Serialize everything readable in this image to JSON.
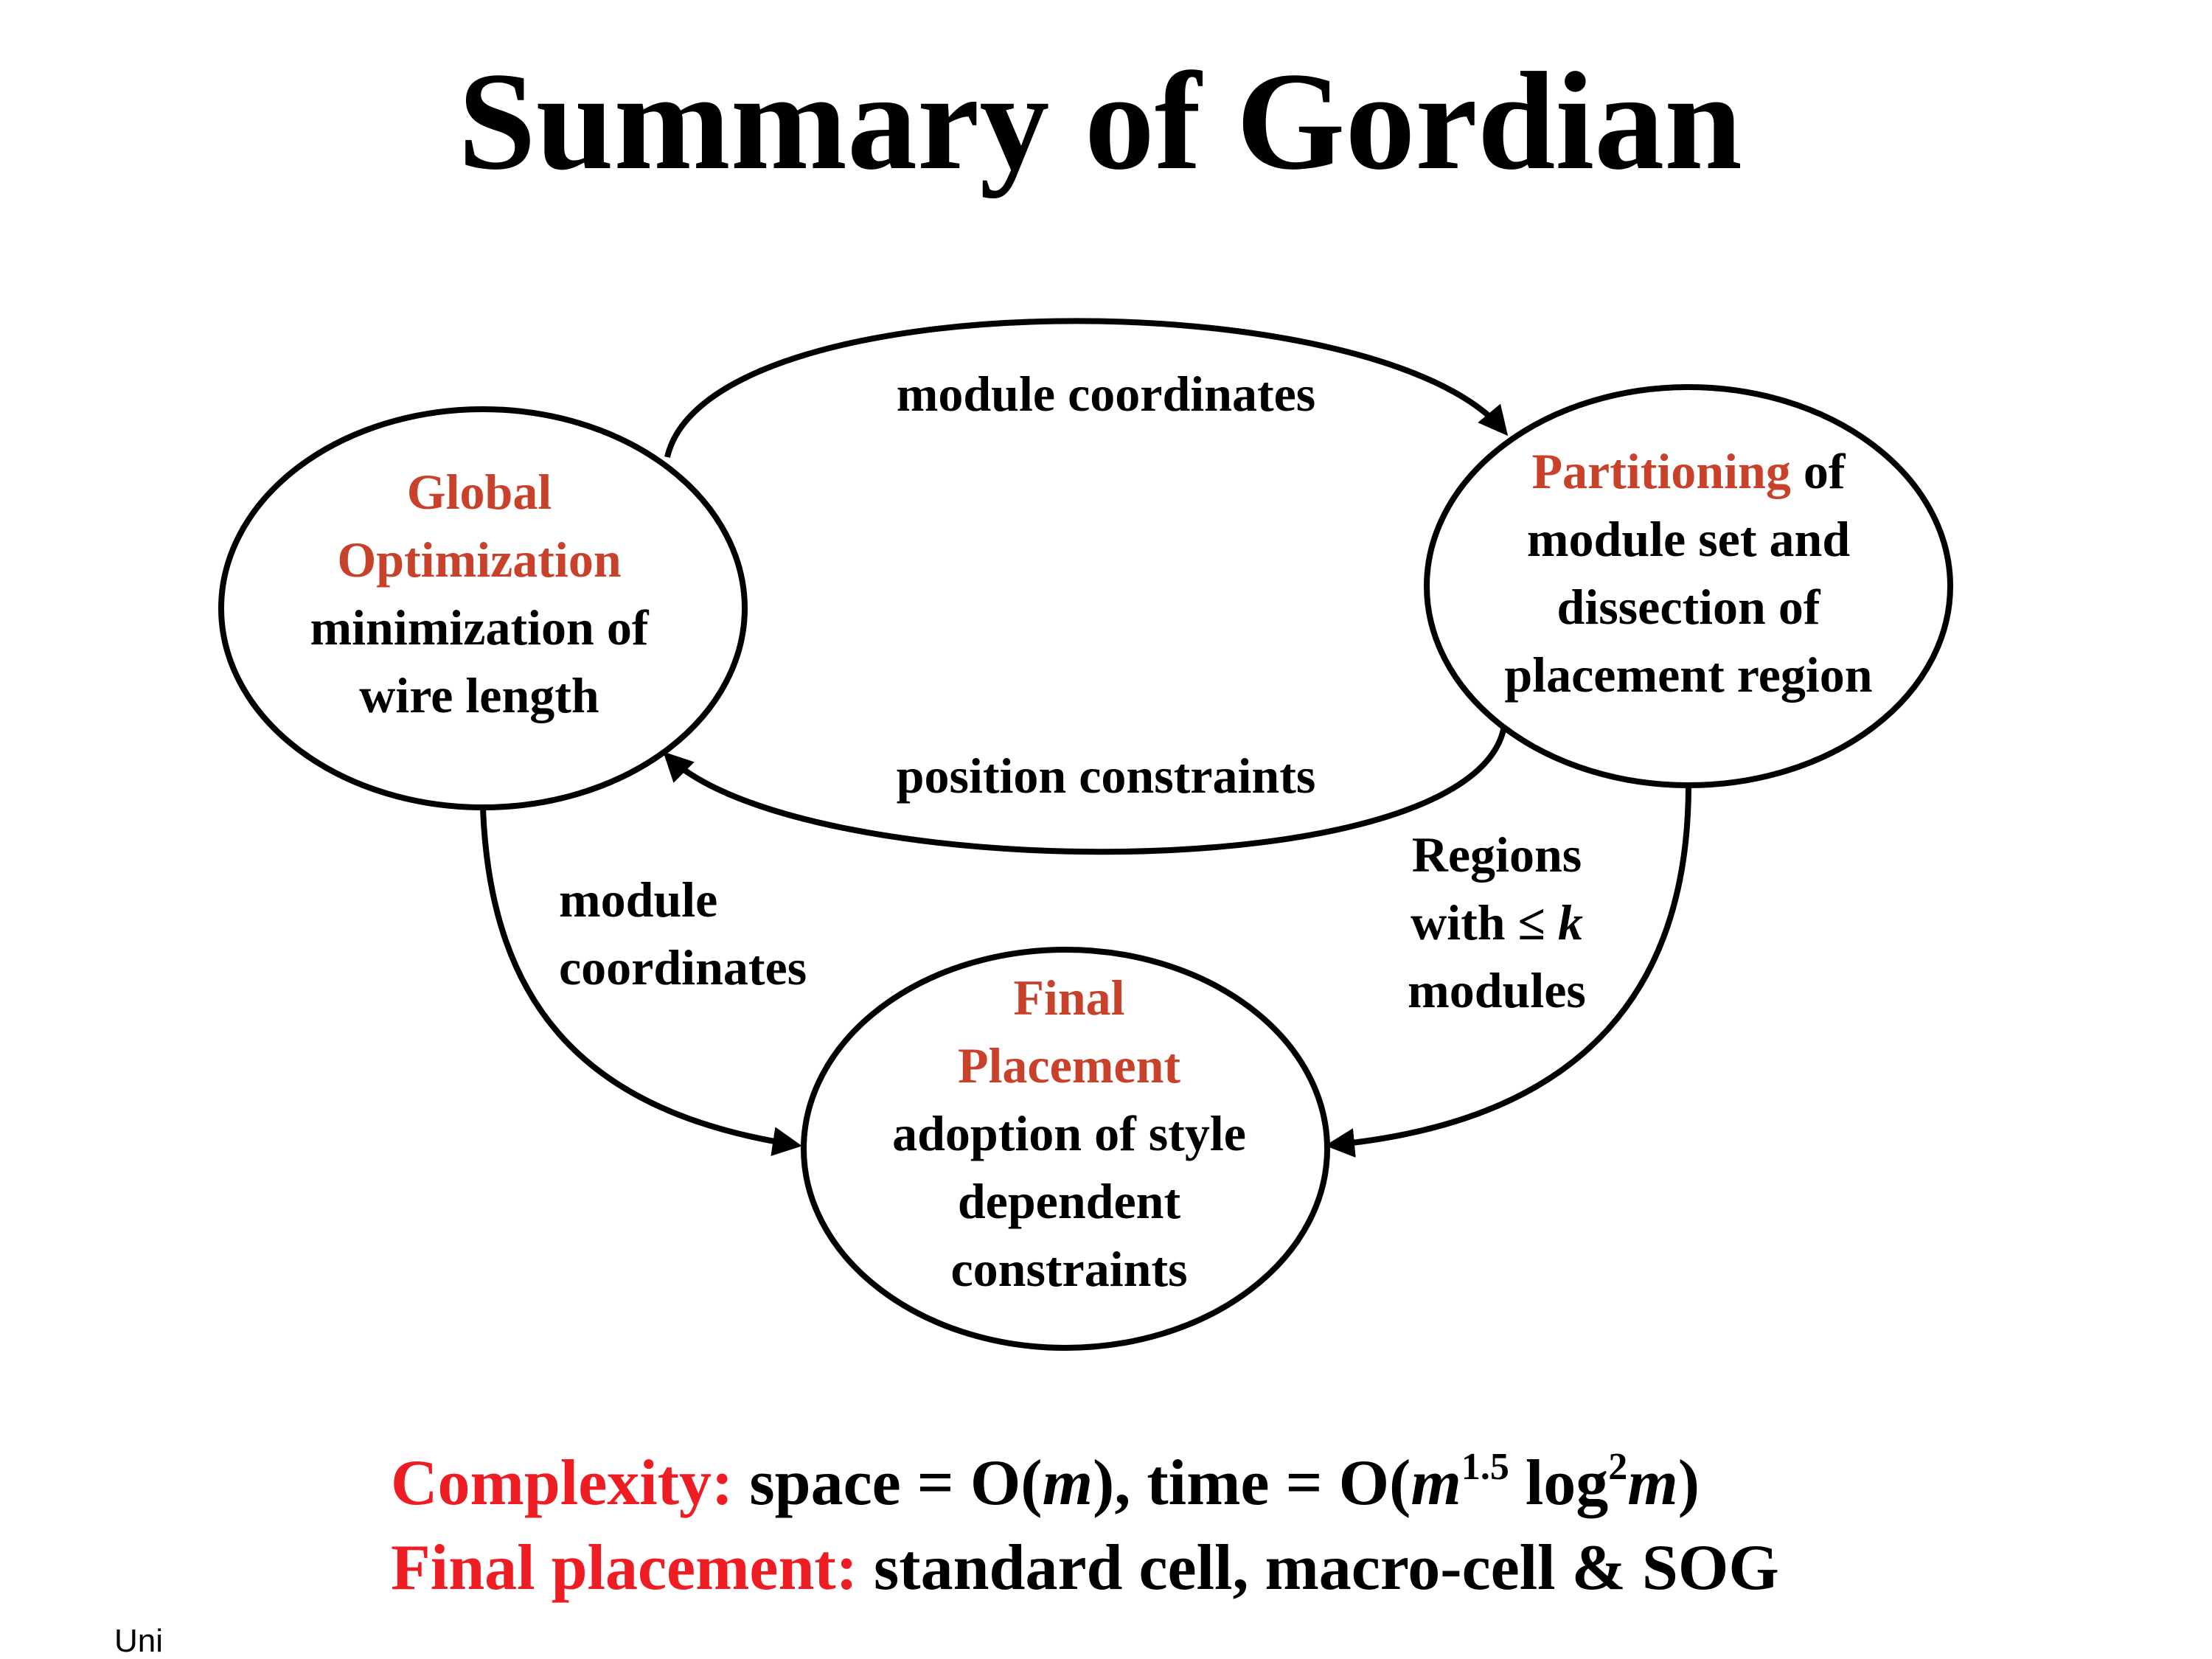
{
  "title": "Summary of Gordian",
  "nodes": {
    "global": {
      "accent_line1": "Global",
      "accent_line2": "Optimization",
      "line3": "minimization of",
      "line4": "wire length"
    },
    "partition": {
      "accent_word": "Partitioning",
      "line1_rest": " of",
      "line2": "module set and",
      "line3": "dissection of",
      "line4": "placement region"
    },
    "final": {
      "accent_line1": "Final",
      "accent_line2": "Placement",
      "line3": "adoption of style",
      "line4": "dependent",
      "line5": "constraints"
    }
  },
  "edges": {
    "top_label": "module coordinates",
    "middle_label": "position constraints",
    "left_label_line1": "module",
    "left_label_line2": "coordinates",
    "right_label_line1": "Regions",
    "right_label_line2_prefix": "with ≤ ",
    "right_label_line2_var": "k",
    "right_label_line3": "modules"
  },
  "bottom": {
    "complexity_label": "Complexity:",
    "complexity_pre": " space = O(",
    "complexity_m1": "m",
    "complexity_mid": "), time = O(",
    "complexity_m2": "m",
    "complexity_exp": "1.5",
    "complexity_log": " log",
    "complexity_log_exp": "2",
    "complexity_m3": "m",
    "complexity_end": ")",
    "final_label": "Final placement:",
    "final_text": " standard cell, macro-cell & SOG"
  },
  "footer": "Uni",
  "colors": {
    "accent": "#c8412a",
    "red": "#ee1c23",
    "stroke": "#000000"
  }
}
